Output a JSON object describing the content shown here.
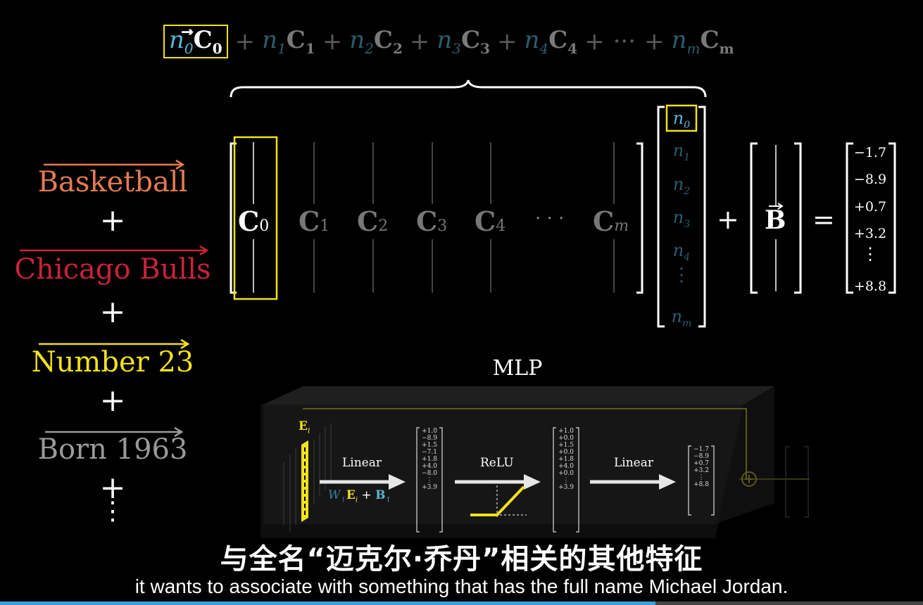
{
  "top_equation": {
    "terms": [
      {
        "coef": "n",
        "sub": "0",
        "col": "C",
        "csub": "0"
      },
      {
        "coef": "n",
        "sub": "1",
        "col": "C",
        "csub": "1"
      },
      {
        "coef": "n",
        "sub": "2",
        "col": "C",
        "csub": "2"
      },
      {
        "coef": "n",
        "sub": "3",
        "col": "C",
        "csub": "3"
      },
      {
        "coef": "n",
        "sub": "4",
        "col": "C",
        "csub": "4"
      }
    ],
    "plus": "+",
    "dots": "···",
    "last": {
      "coef": "n",
      "sub": "m",
      "col": "C",
      "csub": "m"
    }
  },
  "features": [
    {
      "label": "Basketball",
      "color": "#e37a52"
    },
    {
      "label": "Chicago Bulls",
      "color": "#c8233c"
    },
    {
      "label": "Number 23",
      "color": "#f2e21c"
    },
    {
      "label": "Born 1963",
      "color": "#9a9a9a"
    }
  ],
  "plus": "+",
  "vdots": "⋮",
  "matrix": {
    "columns": [
      "0",
      "1",
      "2",
      "3",
      "4",
      "m"
    ],
    "col_symbol": "C",
    "hdots": "· · ·"
  },
  "coef_vector": {
    "symbol": "n",
    "subs": [
      "0",
      "1",
      "2",
      "3",
      "4",
      "m"
    ]
  },
  "bias": {
    "symbol": "B"
  },
  "equals": "=",
  "output_vector": [
    "−1.7",
    "−8.9",
    "+0.7",
    "+3.2",
    "⋮",
    "+8.8"
  ],
  "mlp": {
    "title": "MLP",
    "input_label": "E",
    "input_sub": "i",
    "linear1": "Linear",
    "formula": "W↑E_i + B↑",
    "formula_parts": {
      "w": "W",
      "wsub": "↑",
      "e": "E",
      "esub": "i",
      "plus": "+",
      "b": "B",
      "bsub": "↑"
    },
    "vec1": [
      "+1.0",
      "−8.9",
      "+1.5",
      "−7.1",
      "+1.8",
      "+4.0",
      "−8.0",
      "⋮",
      "+3.9"
    ],
    "relu": "ReLU",
    "vec2": [
      "+1.0",
      "+0.0",
      "+1.5",
      "+0.0",
      "+1.8",
      "+4.0",
      "+0.0",
      "⋮",
      "+3.9"
    ],
    "linear2": "Linear",
    "vec3": [
      "−1.7",
      "−8.9",
      "+0.7",
      "+3.2",
      "⋮",
      "+8.8"
    ]
  },
  "subtitles": {
    "zh": "与全名“迈克尔·乔丹”相关的其他特征",
    "en": "it wants to associate with something that has the full name Michael Jordan."
  },
  "colors": {
    "highlight": "#f2e21c",
    "coef_blue": "#5bb6d8",
    "coef_dim": "#2d5d6f",
    "progress": "#3aa0d8"
  }
}
